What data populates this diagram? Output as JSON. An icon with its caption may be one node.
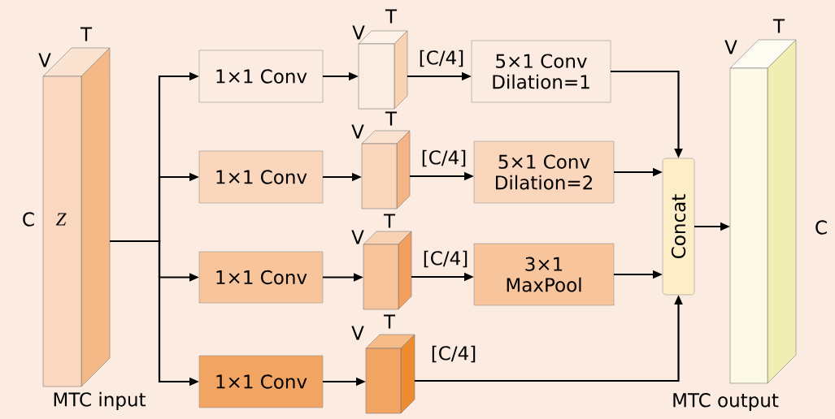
{
  "diagram": {
    "nodes": [
      {
        "text": [
          "Z"
        ],
        "beside": [
          "V",
          "T",
          "C",
          "MTC input"
        ]
      },
      {
        "text": [
          "1×1 Conv"
        ]
      },
      {
        "text": [
          "1×1 Conv"
        ]
      },
      {
        "text": [
          "1×1 Conv"
        ]
      },
      {
        "text": [
          "1×1 Conv"
        ]
      },
      {
        "text": [],
        "shape": "box",
        "beside": [
          "V",
          "T"
        ]
      },
      {
        "text": [],
        "shape": "box",
        "beside": [
          "V",
          "T"
        ]
      },
      {
        "text": [],
        "shape": "box",
        "beside": [
          "V",
          "T"
        ]
      },
      {
        "text": [],
        "shape": "box",
        "beside": [
          "V",
          "T"
        ]
      },
      {
        "text": [
          "5×1 Conv",
          "Dilation=1"
        ]
      },
      {
        "text": [
          "5×1 Conv",
          "Dilation=2"
        ]
      },
      {
        "text": [
          "3×1",
          "MaxPool"
        ]
      },
      {
        "text": [
          "Concat"
        ]
      },
      {
        "text": [],
        "shape": "box",
        "beside": [
          "V",
          "T",
          "C",
          "MTC output"
        ]
      }
    ],
    "edges": [
      {
        "from": 0,
        "to": 1,
        "arrow": "to"
      },
      {
        "from": 0,
        "to": 2,
        "arrow": "to"
      },
      {
        "from": 0,
        "to": 3,
        "arrow": "to"
      },
      {
        "from": 0,
        "to": 4,
        "arrow": "to"
      },
      {
        "from": 1,
        "to": 5,
        "arrow": "to"
      },
      {
        "from": 2,
        "to": 6,
        "arrow": "to"
      },
      {
        "from": 3,
        "to": 7,
        "arrow": "to"
      },
      {
        "from": 4,
        "to": 8,
        "arrow": "to"
      },
      {
        "from": 5,
        "to": 9,
        "arrow": "to",
        "label": "[C/4]"
      },
      {
        "from": 6,
        "to": 10,
        "arrow": "to",
        "label": "[C/4]"
      },
      {
        "from": 7,
        "to": 11,
        "arrow": "to",
        "label": "[C/4]"
      },
      {
        "from": 8,
        "to": 12,
        "arrow": "to",
        "label": "[C/4]"
      },
      {
        "from": 9,
        "to": 12,
        "arrow": "to"
      },
      {
        "from": 10,
        "to": 12,
        "arrow": "to"
      },
      {
        "from": 11,
        "to": 12,
        "arrow": "to"
      },
      {
        "from": 12,
        "to": 13,
        "arrow": "to"
      }
    ]
  }
}
